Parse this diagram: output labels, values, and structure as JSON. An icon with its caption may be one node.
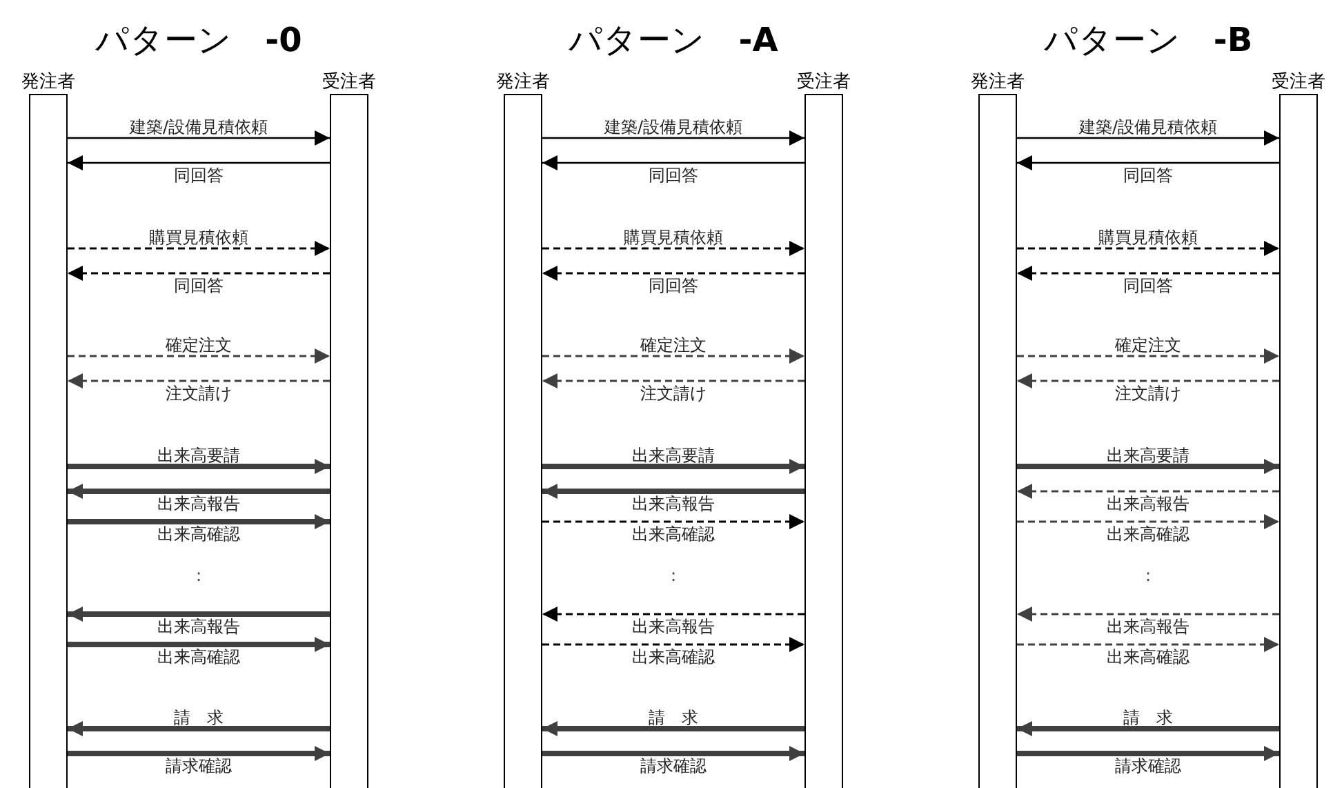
{
  "diagram": {
    "nodes": [
      {
        "text": [
          "発注者"
        ]
      },
      {
        "text": [
          "受注者"
        ]
      },
      {
        "text": [
          "発注者"
        ]
      },
      {
        "text": [
          "受注者"
        ]
      },
      {
        "text": [
          "発注者"
        ]
      },
      {
        "text": [
          "受注者"
        ]
      }
    ],
    "edges": [
      {
        "from": 0,
        "to": 1,
        "arrow": "to",
        "label": "建築/設備見積依頼",
        "color": "#000000"
      },
      {
        "from": 1,
        "to": 0,
        "arrow": "to",
        "label": "同回答",
        "color": "#000000"
      },
      {
        "from": 0,
        "to": 1,
        "arrow": "to",
        "label": "購買見積依頼",
        "style": "dashed",
        "color": "#000000"
      },
      {
        "from": 1,
        "to": 0,
        "arrow": "to",
        "label": "同回答",
        "style": "dashed",
        "color": "#000000"
      },
      {
        "from": 0,
        "to": 1,
        "arrow": "to",
        "label": "確定注文",
        "style": "dashed"
      },
      {
        "from": 1,
        "to": 0,
        "arrow": "to",
        "label": "注文請け",
        "style": "dashed"
      },
      {
        "from": 0,
        "to": 1,
        "arrow": "to",
        "label": "出来高要請",
        "style": "thick"
      },
      {
        "from": 1,
        "to": 0,
        "arrow": "to",
        "label": "出来高報告",
        "style": "thick"
      },
      {
        "from": 0,
        "to": 1,
        "arrow": "to",
        "label": "出来高確認",
        "style": "thick"
      },
      {
        "from": 1,
        "to": 0,
        "arrow": "to",
        "label": "出来高報告",
        "style": "thick"
      },
      {
        "from": 0,
        "to": 1,
        "arrow": "to",
        "label": "出来高確認",
        "style": "thick"
      },
      {
        "from": 1,
        "to": 0,
        "arrow": "to",
        "label": "請　求",
        "style": "thick"
      },
      {
        "from": 0,
        "to": 1,
        "arrow": "to",
        "label": "請求確認",
        "style": "thick"
      },
      {
        "from": 2,
        "to": 3,
        "arrow": "to",
        "label": "建築/設備見積依頼",
        "color": "#000000"
      },
      {
        "from": 3,
        "to": 2,
        "arrow": "to",
        "label": "同回答",
        "color": "#000000"
      },
      {
        "from": 2,
        "to": 3,
        "arrow": "to",
        "label": "購買見積依頼",
        "style": "dashed",
        "color": "#000000"
      },
      {
        "from": 3,
        "to": 2,
        "arrow": "to",
        "label": "同回答",
        "style": "dashed",
        "color": "#000000"
      },
      {
        "from": 2,
        "to": 3,
        "arrow": "to",
        "label": "確定注文",
        "style": "dashed"
      },
      {
        "from": 3,
        "to": 2,
        "arrow": "to",
        "label": "注文請け",
        "style": "dashed"
      },
      {
        "from": 2,
        "to": 3,
        "arrow": "to",
        "label": "出来高要請",
        "style": "thick"
      },
      {
        "from": 3,
        "to": 2,
        "arrow": "to",
        "label": "出来高報告",
        "style": "thick"
      },
      {
        "from": 2,
        "to": 3,
        "arrow": "to",
        "label": "出来高確認",
        "style": "dashed",
        "color": "#000000"
      },
      {
        "from": 3,
        "to": 2,
        "arrow": "to",
        "label": "出来高報告",
        "style": "dashed",
        "color": "#000000"
      },
      {
        "from": 2,
        "to": 3,
        "arrow": "to",
        "label": "出来高確認",
        "style": "dashed",
        "color": "#000000"
      },
      {
        "from": 3,
        "to": 2,
        "arrow": "to",
        "label": "請　求",
        "style": "thick"
      },
      {
        "from": 2,
        "to": 3,
        "arrow": "to",
        "label": "請求確認",
        "style": "thick"
      },
      {
        "from": 4,
        "to": 5,
        "arrow": "to",
        "label": "建築/設備見積依頼",
        "color": "#000000"
      },
      {
        "from": 5,
        "to": 4,
        "arrow": "to",
        "label": "同回答",
        "color": "#000000"
      },
      {
        "from": 4,
        "to": 5,
        "arrow": "to",
        "label": "購買見積依頼",
        "style": "dashed",
        "color": "#000000"
      },
      {
        "from": 5,
        "to": 4,
        "arrow": "to",
        "label": "同回答",
        "style": "dashed",
        "color": "#000000"
      },
      {
        "from": 4,
        "to": 5,
        "arrow": "to",
        "label": "確定注文",
        "style": "dashed"
      },
      {
        "from": 5,
        "to": 4,
        "arrow": "to",
        "label": "注文請け",
        "style": "dashed"
      },
      {
        "from": 4,
        "to": 5,
        "arrow": "to",
        "label": "出来高要請",
        "style": "thick"
      },
      {
        "from": 5,
        "to": 4,
        "arrow": "to",
        "label": "出来高報告",
        "style": "dashed"
      },
      {
        "from": 4,
        "to": 5,
        "arrow": "to",
        "label": "出来高確認",
        "style": "dashed"
      },
      {
        "from": 5,
        "to": 4,
        "arrow": "to",
        "label": "出来高報告",
        "style": "dashed"
      },
      {
        "from": 4,
        "to": 5,
        "arrow": "to",
        "label": "出来高確認",
        "style": "dashed"
      },
      {
        "from": 5,
        "to": 4,
        "arrow": "to",
        "label": "請　求",
        "style": "thick"
      },
      {
        "from": 4,
        "to": 5,
        "arrow": "to",
        "label": "請求確認",
        "style": "thick"
      }
    ],
    "labels": [
      "パターン　**-0**",
      "パターン　**-A**",
      "パターン　**-B**",
      ":",
      ":",
      ":"
    ]
  }
}
